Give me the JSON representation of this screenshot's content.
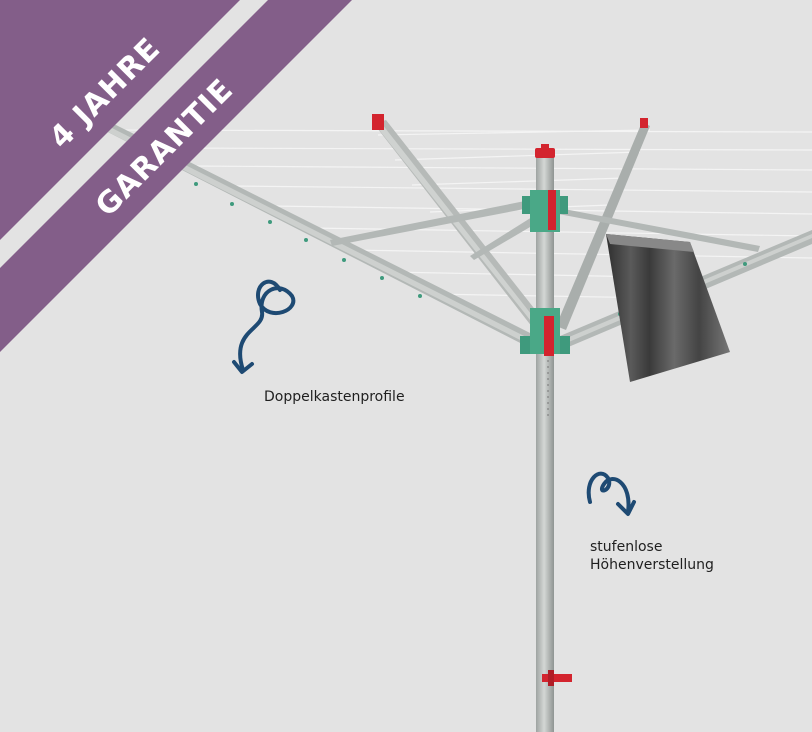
{
  "badge": {
    "line1": "4 JAHRE",
    "line2": "GARANTIE",
    "color": "#835e89"
  },
  "annotations": {
    "profile": "Doppelkastenprofile",
    "height_line1": "stufenlose",
    "height_line2": "Höhenverstellung",
    "arrow_color": "#1e4a73"
  },
  "colors": {
    "background": "#e3e3e3",
    "metal": "#b8bcba",
    "hub_green": "#3f9a7d",
    "accent_red": "#d3242e",
    "towel": "#4a4a4a"
  }
}
